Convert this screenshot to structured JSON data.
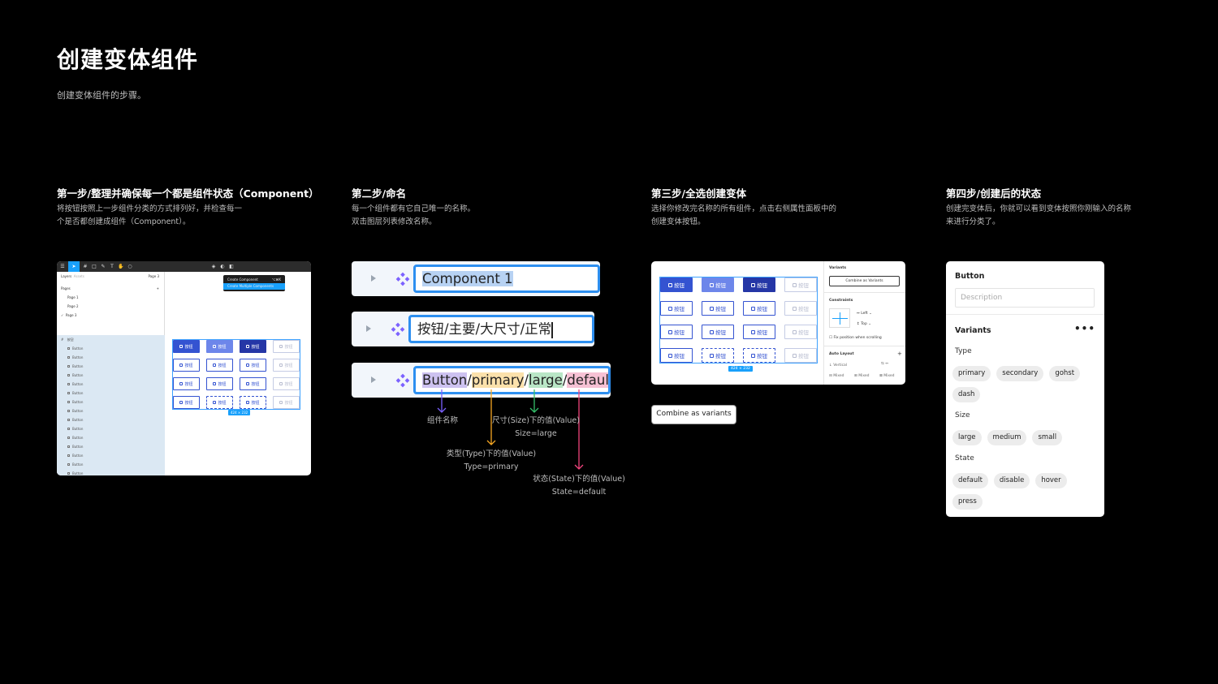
{
  "page": {
    "title": "创建变体组件",
    "subtitle": "创建变体组件的步骤。"
  },
  "steps": [
    {
      "title": "第一步/整理并确保每一个都是组件状态（Component）",
      "desc": "将按钮按照上一步组件分类的方式排列好，并检查每一\n个是否都创建成组件（Component）。"
    },
    {
      "title": "第二步/命名",
      "desc": "每一个组件都有它自己唯一的名称。\n双击图层列表修改名称。"
    },
    {
      "title": "第三步/全选创建变体",
      "desc": "选择你修改完名称的所有组件，点击右侧属性面板中的\n创建变体按钮。"
    },
    {
      "title": "第四步/创建后的状态",
      "desc": "创建完变体后，你就可以看到变体按照你刚输入的名称\n来进行分类了。"
    }
  ],
  "step1_shot": {
    "menu": {
      "item1": "Create Component",
      "shortcut": "⌥⌘K",
      "item2": "Create Multiple Components"
    },
    "tabs": {
      "layers": "Layers",
      "assets": "Assets",
      "page": "Page 3"
    },
    "pages_label": "Pages",
    "pages": [
      "Page 1",
      "Page 2",
      "Page 3"
    ],
    "section": "按钮",
    "layer_item": "Button",
    "button_label": "按钮",
    "size_badge": "424 × 232"
  },
  "step2": {
    "row1": "Component 1",
    "row2": "按钮/主要/大尺寸/正常",
    "row3": {
      "p1": "Button",
      "p2": "primary",
      "p3": "large",
      "p4": "default",
      "sep": "/"
    },
    "ann_name": "组件名称",
    "ann_size": "尺寸(Size)下的值(Value)\nSize=large",
    "ann_type": "类型(Type)下的值(Value)\nType=primary",
    "ann_state": "状态(State)下的值(Value)\nState=default"
  },
  "step3": {
    "button_label": "按钮",
    "size_badge": "424 × 232",
    "panel": {
      "variants": "Variants",
      "combine": "Combine as Variants",
      "constraints": "Constraints",
      "left": "Left",
      "top": "Top",
      "fix": "Fix position when scrolling",
      "auto_layout": "Auto Layout",
      "vertical": "Vertical",
      "mixed": "Mixed"
    },
    "combine_button": "Combine as variants"
  },
  "step4": {
    "name": "Button",
    "desc_placeholder": "Description",
    "variants_label": "Variants",
    "props": [
      {
        "label": "Type",
        "values": [
          "primary",
          "secondary",
          "gohst",
          "dash"
        ]
      },
      {
        "label": "Size",
        "values": [
          "large",
          "medium",
          "small"
        ]
      },
      {
        "label": "State",
        "values": [
          "default",
          "disable",
          "hover",
          "press"
        ]
      }
    ]
  },
  "colors": {
    "accent": "#2d8ff0",
    "primary_btn": "#3453d1",
    "selection": "#18a0fb"
  }
}
